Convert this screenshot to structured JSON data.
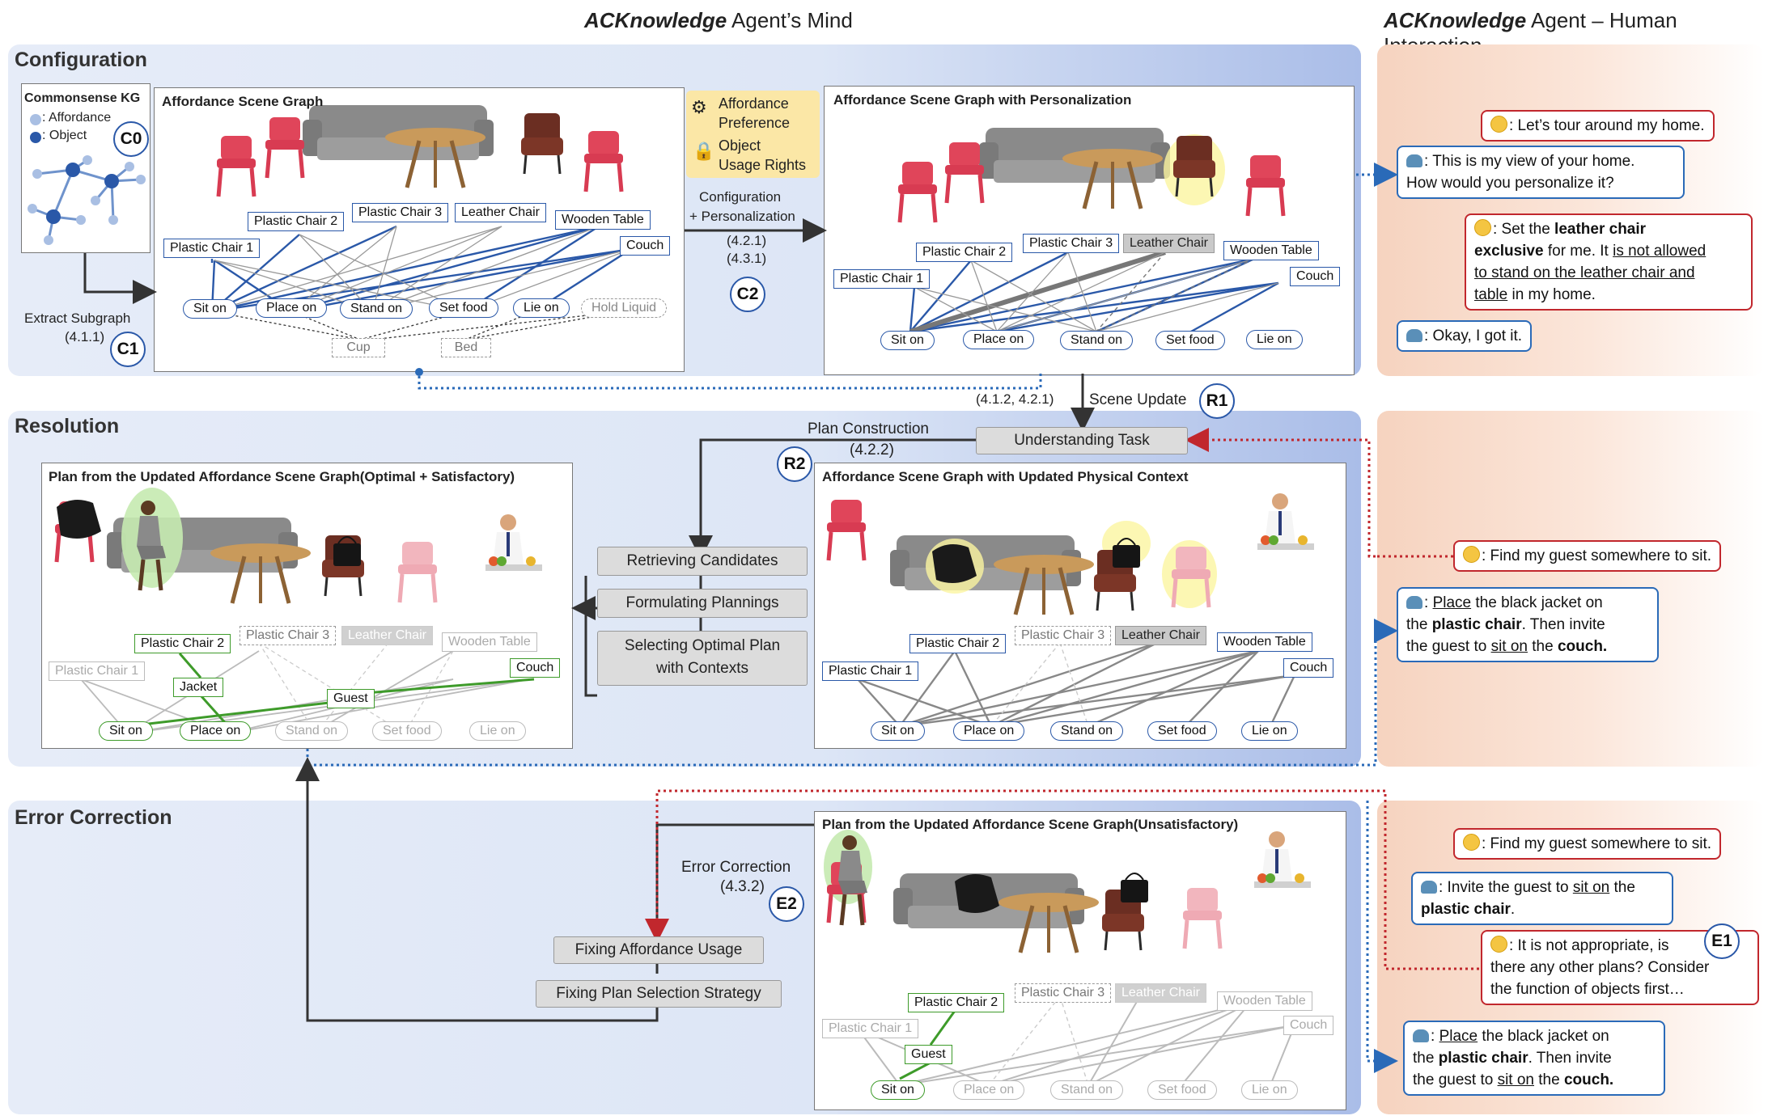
{
  "headers": {
    "mind_bold": "ACKnowledge",
    "mind_rest": " Agent’s Mind",
    "interact_bold": "ACKnowledge",
    "interact_rest": " Agent – Human Interaction"
  },
  "sections": {
    "configuration": "Configuration",
    "resolution": "Resolution",
    "error_correction": "Error Correction"
  },
  "kg": {
    "title": "Commonsense KG",
    "legend_affordance": ": Affordance",
    "legend_object": ": Object",
    "tag": "C0"
  },
  "extract": {
    "label": "Extract Subgraph",
    "ref": "(4.1.1)",
    "tag": "C1"
  },
  "config_pref": {
    "affordance_preference": [
      "Affordance",
      "Preference"
    ],
    "object_usage": [
      "Object",
      "Usage Rights"
    ],
    "label_1": "Configuration",
    "label_2": "+ Personalization",
    "ref_1": "(4.2.1)",
    "ref_2": "(4.3.1)",
    "tag": "C2"
  },
  "panel_asg": {
    "title": "Affordance Scene Graph",
    "objects": [
      "Plastic Chair 1",
      "Plastic Chair 2",
      "Plastic Chair 3",
      "Leather Chair",
      "Wooden Table",
      "Couch"
    ],
    "affordances": [
      "Sit on",
      "Place on",
      "Stand on",
      "Set food",
      "Lie on",
      "Hold Liquid"
    ],
    "extra": [
      "Cup",
      "Bed"
    ]
  },
  "panel_personal": {
    "title": "Affordance Scene Graph with Personalization",
    "objects": [
      "Plastic Chair 1",
      "Plastic Chair 2",
      "Plastic Chair 3",
      "Leather Chair",
      "Wooden Table",
      "Couch"
    ],
    "affordances": [
      "Sit on",
      "Place on",
      "Stand on",
      "Set food",
      "Lie on"
    ]
  },
  "scene_update": {
    "ref": "(4.1.2, 4.2.1)",
    "label": "Scene Update",
    "tag": "R1"
  },
  "plan_construction": {
    "label": "Plan Construction",
    "ref": "(4.2.2)",
    "tag": "R2"
  },
  "steps": {
    "understanding": "Understanding Task",
    "retrieving": "Retrieving Candidates",
    "formulating": "Formulating Plannings",
    "selecting_1": "Selecting Optimal Plan",
    "selecting_2": "with Contexts",
    "fix_usage": "Fixing Affordance Usage",
    "fix_strategy": "Fixing Plan Selection Strategy"
  },
  "panel_plan": {
    "title": "Plan from the Updated Affordance Scene Graph(Optimal + Satisfactory)",
    "objects": [
      "Plastic Chair 1",
      "Plastic Chair 2",
      "Plastic Chair 3",
      "Leather Chair",
      "Wooden Table",
      "Couch"
    ],
    "extra": [
      "Jacket",
      "Guest"
    ],
    "affordances": [
      "Sit on",
      "Place on",
      "Stand on",
      "Set food",
      "Lie on"
    ]
  },
  "panel_physical": {
    "title": "Affordance Scene Graph with Updated Physical Context",
    "objects": [
      "Plastic Chair 1",
      "Plastic Chair 2",
      "Plastic Chair 3",
      "Leather Chair",
      "Wooden Table",
      "Couch"
    ],
    "affordances": [
      "Sit on",
      "Place on",
      "Stand on",
      "Set food",
      "Lie on"
    ]
  },
  "error_correction": {
    "label": "Error Correction",
    "ref": "(4.3.2)",
    "tag": "E2"
  },
  "panel_unsat": {
    "title": "Plan from the Updated Affordance Scene Graph(Unsatisfactory)",
    "objects": [
      "Plastic Chair 1",
      "Plastic Chair 2",
      "Plastic Chair 3",
      "Leather Chair",
      "Wooden Table",
      "Couch"
    ],
    "extra": [
      "Guest"
    ],
    "affordances": [
      "Sit on",
      "Place on",
      "Stand on",
      "Set food",
      "Lie on"
    ]
  },
  "chat": {
    "m1": ": Let’s tour around my home.",
    "m2a": ": This is my view of your home.",
    "m2b": "How would you personalize it?",
    "m3_1": ": Set the ",
    "m3_2": "leather chair",
    "m3_3": "exclusive",
    "m3_4": " for me. It ",
    "m3_5": "is not allowed",
    "m3_6": "to stand on the leather chair and",
    "m3_7": "table",
    "m3_8": " in my home.",
    "m4": ": Okay, I got it.",
    "m5": ": Find my guest somewhere to sit.",
    "m6_1": ": ",
    "m6_2": "Place",
    "m6_3": " the black jacket on",
    "m6_4": "the ",
    "m6_5": "plastic chair",
    "m6_6": ". Then invite",
    "m6_7": "the guest to ",
    "m6_8": "sit on",
    "m6_9": " the ",
    "m6_10": "couch.",
    "m7": ": Find my guest somewhere to sit.",
    "m8_1": ": Invite the guest to ",
    "m8_2": "sit on",
    "m8_3": " the",
    "m8_4": "plastic chair",
    "m8_5": ".",
    "m9a": ": It is not appropriate, is",
    "m9b": "there any other plans? Consider",
    "m9c": "the function of objects first…",
    "e1": "E1",
    "m10_1": ": ",
    "m10_2": "Place",
    "m10_3": " the black jacket on",
    "m10_4": "the ",
    "m10_5": "plastic chair",
    "m10_6": ". Then invite",
    "m10_7": "the guest to ",
    "m10_8": "sit on",
    "m10_9": " the ",
    "m10_10": "couch."
  },
  "colors": {
    "blue": "#2a58a8",
    "red": "#c1272d",
    "green": "#3e9b2a",
    "band": "#dde6f6",
    "peach": "#f6d3bf"
  }
}
